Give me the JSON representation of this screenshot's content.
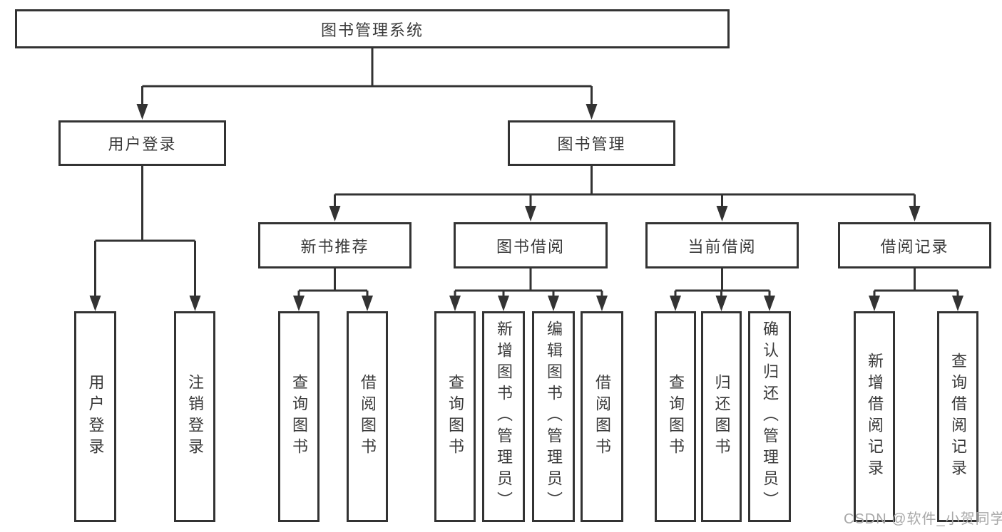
{
  "diagram": {
    "root": {
      "label": "图书管理系统"
    },
    "login": {
      "label": "用户登录",
      "children": [
        {
          "label": "用户登录"
        },
        {
          "label": "注销登录"
        }
      ]
    },
    "management": {
      "label": "图书管理",
      "groups": [
        {
          "label": "新书推荐",
          "children": [
            {
              "label": "查询图书"
            },
            {
              "label": "借阅图书"
            }
          ]
        },
        {
          "label": "图书借阅",
          "children": [
            {
              "label": "查询图书"
            },
            {
              "label": "新增图书（管理员）"
            },
            {
              "label": "编辑图书（管理员）"
            },
            {
              "label": "借阅图书"
            }
          ]
        },
        {
          "label": "当前借阅",
          "children": [
            {
              "label": "查询图书"
            },
            {
              "label": "归还图书"
            },
            {
              "label": "确认归还（管理员）"
            }
          ]
        },
        {
          "label": "借阅记录",
          "children": [
            {
              "label": "新增借阅记录"
            },
            {
              "label": "查询借阅记录"
            }
          ]
        }
      ]
    },
    "watermark": "CSDN @软件_小贺同学",
    "colors": {
      "line": "#333333",
      "text": "#3a3a3a",
      "watermark": "#a8a8a8"
    }
  }
}
